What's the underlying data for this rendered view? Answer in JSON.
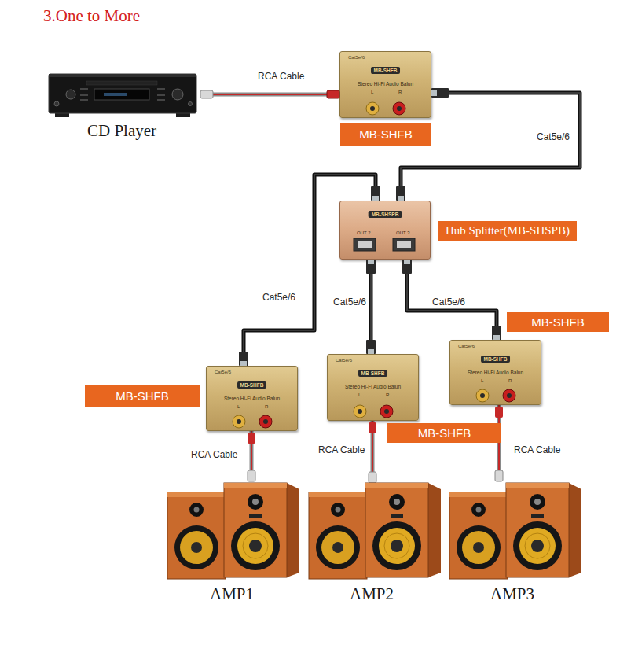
{
  "diagram": {
    "title": "3.One to More",
    "nodes": [
      {
        "text": [
          "CD Player"
        ]
      },
      {
        "text": [
          "Cat5e/6",
          "MB-SHFB",
          "Stereo Hi-Fi Audio Balun",
          "L",
          "R"
        ]
      },
      {
        "text": [
          "MB-SHFB"
        ]
      },
      {
        "text": [
          "MB-SHSPB",
          "OUT 2",
          "OUT 3"
        ]
      },
      {
        "text": [
          "Hub Splitter(MB-SHSPB)"
        ]
      },
      {
        "text": [
          "MB-SHFB"
        ]
      },
      {
        "text": [
          "Cat5e/6",
          "MB-SHFB",
          "Stereo Hi-Fi Audio Balun",
          "L",
          "R"
        ]
      },
      {
        "text": [
          "MB-SHFB"
        ]
      },
      {
        "text": [
          "Cat5e/6",
          "MB-SHFB",
          "Stereo Hi-Fi Audio Balun",
          "L",
          "R"
        ]
      },
      {
        "text": [
          "Cat5e/6",
          "MB-SHFB",
          "Stereo Hi-Fi Audio Balun",
          "L",
          "R"
        ]
      },
      {
        "text": [
          "MB-SHFB"
        ]
      },
      {
        "text": [
          "AMP1"
        ]
      },
      {
        "text": [
          "AMP2"
        ]
      },
      {
        "text": [
          "AMP3"
        ]
      }
    ],
    "edges": [
      {
        "from": 0,
        "to": 1,
        "label": "RCA Cable",
        "arrow": "none"
      },
      {
        "from": 1,
        "to": 3,
        "label": "Cat5e/6",
        "arrow": "none"
      },
      {
        "from": 3,
        "to": 6,
        "label": "Cat5e/6",
        "arrow": "none"
      },
      {
        "from": 3,
        "to": 8,
        "label": "Cat5e/6",
        "arrow": "none"
      },
      {
        "from": 3,
        "to": 9,
        "label": "Cat5e/6",
        "arrow": "none"
      },
      {
        "from": 6,
        "to": 11,
        "label": "RCA Cable",
        "arrow": "none"
      },
      {
        "from": 8,
        "to": 12,
        "label": "RCA Cable",
        "arrow": "none"
      },
      {
        "from": 9,
        "to": 13,
        "label": "RCA Cable",
        "arrow": "none"
      }
    ]
  }
}
